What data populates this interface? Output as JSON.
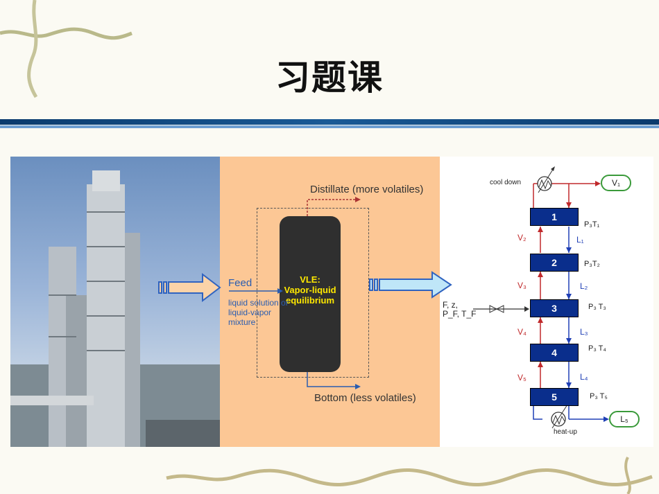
{
  "title": "习题课",
  "center": {
    "distillate": "Distillate (more volatiles)",
    "bottom": "Bottom (less volatiles)",
    "feed": "Feed",
    "feed_description": "liquid solution or liquid-vapor mixture",
    "vle_line1": "VLE:",
    "vle_line2": "Vapor-liquid equilibrium"
  },
  "column": {
    "stages": [
      "1",
      "2",
      "3",
      "4",
      "5"
    ],
    "conditions": [
      "P₃T₁",
      "P₃T₂",
      "P₃ T₃",
      "P₃ T₄",
      "P₃ T₅"
    ],
    "vapor_flows": [
      "V₂",
      "V₃",
      "V₄",
      "V₅"
    ],
    "liquid_flows": [
      "L₁",
      "L₂",
      "L₃",
      "L₄"
    ],
    "cool_down": "cool down",
    "heat_up": "heat-up",
    "top_product": "V₁",
    "bottom_product": "L₅",
    "feed_line1": "F, z,",
    "feed_line2": "P_F, T_F"
  }
}
